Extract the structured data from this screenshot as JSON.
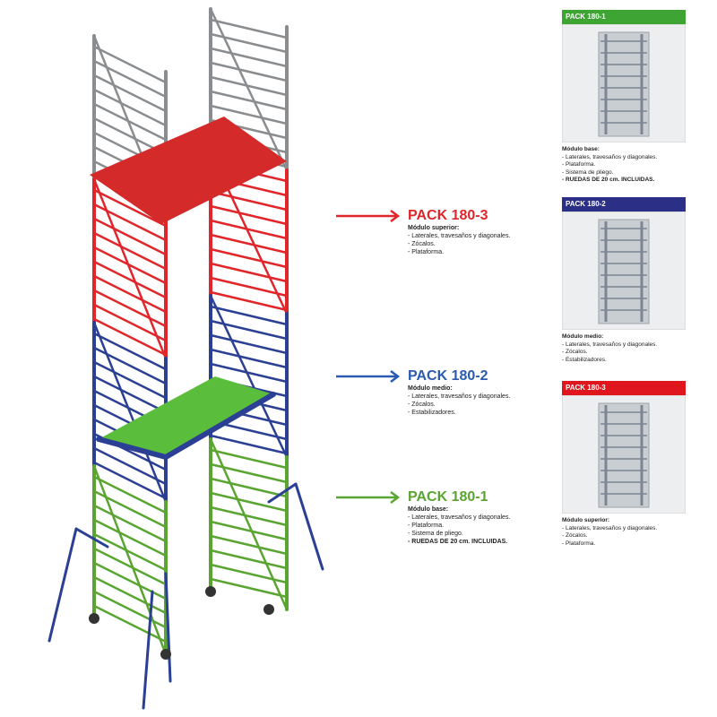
{
  "colors": {
    "red": "#e0262b",
    "blue": "#2b3f94",
    "green": "#5aa532",
    "grey": "#8a8d90"
  },
  "packs": [
    {
      "title": "PACK 180-3",
      "color": "#e0262b",
      "module": "Módulo superior:",
      "items": [
        "- Laterales, travesaños y diagonales.",
        "- Zócalos.",
        "- Plataforma."
      ]
    },
    {
      "title": "PACK 180-2",
      "color": "#2b5bb0",
      "module": "Módulo medio:",
      "items": [
        "- Laterales, travesaños y diagonales.",
        "- Zócalos.",
        "- Estabilizadores."
      ]
    },
    {
      "title": "PACK 180-1",
      "color": "#5aa532",
      "module": "Módulo base:",
      "items": [
        "- Laterales, travesaños y diagonales.",
        "- Plataforma.",
        "- Sistema de pliego.",
        "- RUEDAS DE 20 cm. INCLUIDAS."
      ]
    }
  ],
  "cards": [
    {
      "header": "PACK 180-1",
      "color": "#3ea535",
      "module": "Módulo base:",
      "items": [
        "- Laterales, travesaños y diagonales.",
        "- Plataforma.",
        "- Sistema de pliego.",
        "- RUEDAS DE 20 cm. INCLUIDAS."
      ]
    },
    {
      "header": "PACK 180-2",
      "color": "#2b2f86",
      "module": "Módulo medio:",
      "items": [
        "- Laterales, travesaños y diagonales.",
        "- Zócalos.",
        "- Estabilizadores."
      ]
    },
    {
      "header": "PACK 180-3",
      "color": "#e0161e",
      "module": "Módulo superior:",
      "items": [
        "- Laterales, travesaños y diagonales.",
        "- Zócalos.",
        "- Plataforma."
      ]
    }
  ]
}
